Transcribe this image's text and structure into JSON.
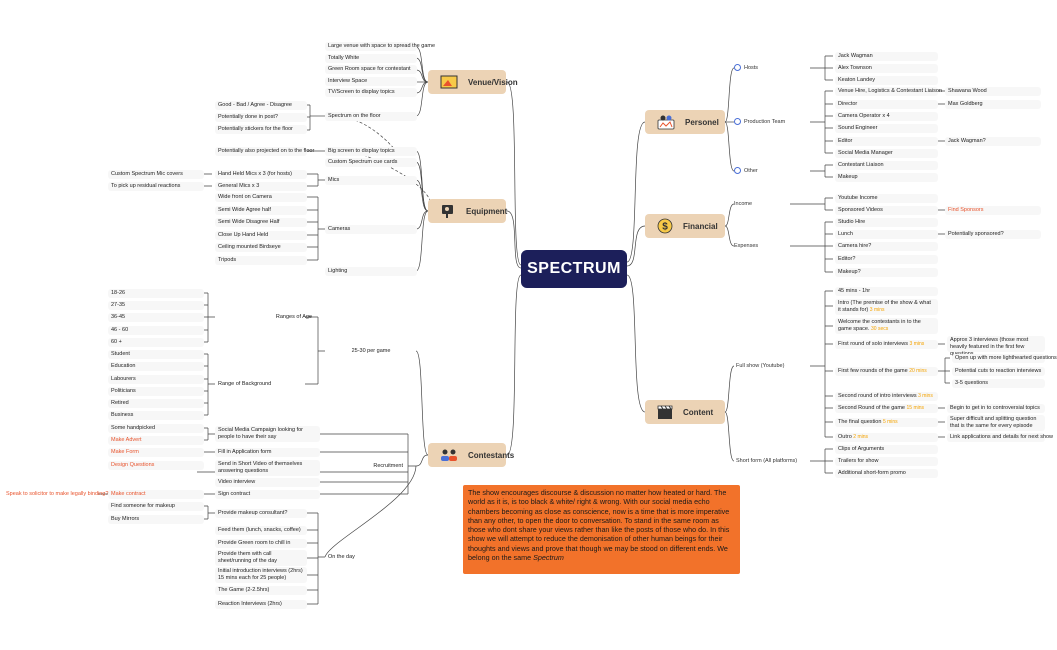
{
  "root": {
    "title": "SPECTRUM"
  },
  "venue": {
    "title": "Venue/Vision",
    "items": [
      "Large venue with space to spread the game",
      "Totally White",
      "Green Room space for contestant",
      "Interview Space",
      "TV/Screen to display topics"
    ],
    "spectrum_floor": "Spectrum on the floor",
    "floor_items": [
      "Good - Bad / Agree - Disagree",
      "Potentially done in post?",
      "Potentially stickers for the floor"
    ]
  },
  "equipment": {
    "title": "Equipment",
    "big_screen": "Big screen to display topics",
    "big_screen_note": "Potentially also projected on to the floor",
    "cue_cards": "Custom Spectrum cue cards",
    "mics": "Mics",
    "mic_items": [
      "Hand Held Mics x 3 (for hosts)",
      "General Mics x 3"
    ],
    "mic_notes": [
      "Custom Spectrum Mic covers",
      "To pick up residual reactions"
    ],
    "cameras": "Cameras",
    "camera_items": [
      "Wide front on Camera",
      "Semi Wide Agree half",
      "Semi Wide Disagree Half",
      "Close Up Hand Held",
      "Ceiling mounted Birdseye",
      "Tripods"
    ],
    "lighting": "Lighting"
  },
  "contestants": {
    "title": "Contestants",
    "per_game": "25-30 per game",
    "ages_label": "Ranges of Age",
    "ages": [
      "18-26",
      "27-35",
      "36-45",
      "46 - 60",
      "60 +"
    ],
    "background_label": "Range of Background",
    "backgrounds": [
      "Student",
      "Education",
      "Labourers",
      "Politicians",
      "Retired",
      "Business"
    ],
    "recruitment": "Recruitment",
    "social": "Social Media Campaign looking for people to have their say",
    "social_notes": [
      "Some handpicked",
      "Make Advert"
    ],
    "form": "Fill in Application form",
    "form_note": "Make Form",
    "video_send": "Send in Short Video of themselves answering questions",
    "video_note": "Design Questions",
    "video_interview": "Video interview",
    "sign": "Sign contract",
    "sign_note": "Make contract",
    "sign_note2": "Speak to solicitor to make legally binding?",
    "makeup": "Provide makeup consultant?",
    "makeup_notes": [
      "Find someone for makeup",
      "Buy Mirrors"
    ],
    "on_day": "On the day",
    "day_items": [
      "Feed them (lunch, snacks, coffee)",
      "Provide Green room to chill in",
      "Provide them with call sheet/running of the day",
      "Initial introduction interviews (2hrs) 15 mins each for 25 people)",
      "The Game (2-2.5hrs)",
      "Reaction Interviews (2hrs)"
    ]
  },
  "personel": {
    "title": "Personel",
    "hosts": "Hosts",
    "host_items": [
      "Jack Wagman",
      "Alex Townson",
      "Keaton Landey"
    ],
    "production": "Production Team",
    "production_items": [
      "Venue Hire, Logistics & Contestant Liaison",
      "Director",
      "Camera Operator x 4",
      "Sound Engineer",
      "Editor",
      "Social Media Manager"
    ],
    "production_notes": [
      "Shawana Wood",
      "Max Goldberg",
      "Jack Wagman?"
    ],
    "other": "Other",
    "other_items": [
      "Contestant Liaison",
      "Makeup"
    ]
  },
  "financial": {
    "title": "Financial",
    "income": "Income",
    "income_items": [
      "Youtube Income",
      "Sponsored Videos"
    ],
    "income_note": "Find Sponsors",
    "expenses": "Expenses",
    "expense_items": [
      "Studio Hire",
      "Lunch",
      "Camera hire?",
      "Editor?",
      "Makeup?"
    ],
    "lunch_note": "Potentially sponsored?"
  },
  "content": {
    "title": "Content",
    "full_show": "Full show (Youtube)",
    "full_items": [
      {
        "text": "45 mins - 1hr",
        "tag": ""
      },
      {
        "text": "Intro (The premise of the show & what it stands for)",
        "tag": "3 mins"
      },
      {
        "text": "Welcome the contestants in to the game space.",
        "tag": "30 secs"
      },
      {
        "text": "First round of solo interviews",
        "tag": "3 mins"
      },
      {
        "text": "First few rounds of the game",
        "tag": "20 mins"
      },
      {
        "text": "Second round of intro interviews",
        "tag": "3 mins"
      },
      {
        "text": "Second Round of the game",
        "tag": "15 mins"
      },
      {
        "text": "The final question",
        "tag": "5 mins"
      },
      {
        "text": "Outro",
        "tag": "2 mins"
      }
    ],
    "solo_note": "Approx 3 interviews (those most heavily featured in the first few questions",
    "rounds_notes": [
      "Open up with more lighthearted questions",
      "Potential cuts to reaction interviews",
      "3-5 questions"
    ],
    "second_note": "Begin to get in to controversial topics",
    "final_note": "Super difficult and splitting question that is the same for every episode",
    "outro_note": "Link applications and details for next show",
    "short_form": "Short form (All platforms)",
    "short_items": [
      "Clips of Arguments",
      "Trailers for show",
      "Additional short-form promo"
    ]
  },
  "note": {
    "text": "The show encourages discourse & discussion no matter how heated or hard. The world as it is, is too black & white/ right & wrong. With our social media echo chambers becoming as close as conscience, now is a time that is more imperative than any other, to open the door to conversation. To stand in the same room as those who dont share your views rather than like the posts of those who do. In this show we will attempt to reduce the demonisation of other human beings for their thoughts and views and prove that though we may be stood on different ends. We belong on the same",
    "emphasis": "Spectrum"
  }
}
